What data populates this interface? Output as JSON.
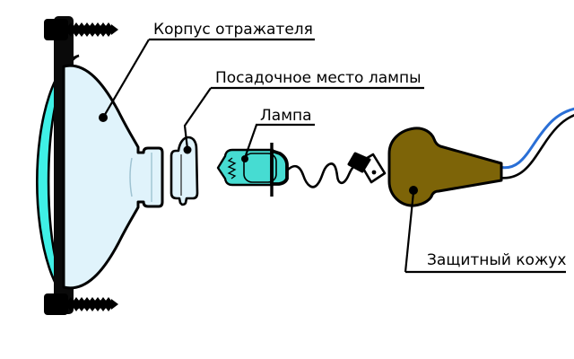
{
  "diagram": {
    "background": "#ffffff",
    "labels": {
      "reflector_housing": "Корпус отражателя",
      "lamp_seat": "Посадочное место лампы",
      "lamp": "Лампа",
      "protective_cover": "Защитный кожух"
    },
    "colors": {
      "outline": "#000000",
      "reflector_body": "#e0f3fb",
      "reflector_rim": "#3ff0e6",
      "lamp_glass": "#46dcd2",
      "protective_cover": "#7d6408",
      "wire_blue": "#2a6fd6"
    }
  }
}
